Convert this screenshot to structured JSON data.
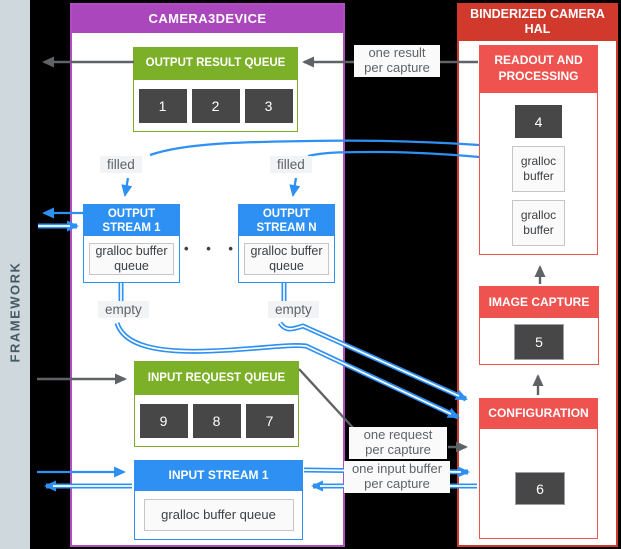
{
  "framework": {
    "label": "FRAMEWORK"
  },
  "camera3device": {
    "title": "CAMERA3DEVICE",
    "output_result_queue": {
      "title": "OUTPUT RESULT QUEUE",
      "slots": [
        "1",
        "2",
        "3"
      ]
    },
    "output_stream_1": {
      "title_line1": "OUTPUT",
      "title_line2": "STREAM 1",
      "buffer_label": "gralloc buffer queue"
    },
    "output_stream_n": {
      "title_line1": "OUTPUT",
      "title_line2": "STREAM N",
      "buffer_label": "gralloc buffer queue"
    },
    "ellipsis": "• • •",
    "input_request_queue": {
      "title": "INPUT REQUEST QUEUE",
      "slots": [
        "9",
        "8",
        "7"
      ]
    },
    "input_stream_1": {
      "title": "INPUT STREAM 1",
      "buffer_label": "gralloc buffer queue"
    }
  },
  "hal": {
    "title_line1": "BINDERIZED CAMERA",
    "title_line2": "HAL",
    "readout_processing": {
      "title_line1": "READOUT AND",
      "title_line2": "PROCESSING",
      "slot": "4",
      "buffers": [
        "gralloc buffer",
        "gralloc buffer"
      ]
    },
    "image_capture": {
      "title": "IMAGE CAPTURE",
      "slot": "5"
    },
    "configuration": {
      "title": "CONFIGURATION",
      "slot": "6"
    }
  },
  "annotations": {
    "one_result_line1": "one result",
    "one_result_line2": "per capture",
    "filled_left": "filled",
    "filled_right": "filled",
    "empty_left": "empty",
    "empty_right": "empty",
    "one_request_line1": "one request",
    "one_request_line2": "per capture",
    "one_input_buffer_line1": "one input buffer",
    "one_input_buffer_line2": "per capture"
  },
  "colors": {
    "framework_strip": "#cfd8dc",
    "camera3device_purple": "#ab47bc",
    "hal_red": "#d0392b",
    "hal_inner_red": "#ef5350",
    "queue_green": "#7cb028",
    "stream_blue": "#2e90f2",
    "slot_dark": "#474747",
    "arrow_gray": "#5f6368"
  }
}
